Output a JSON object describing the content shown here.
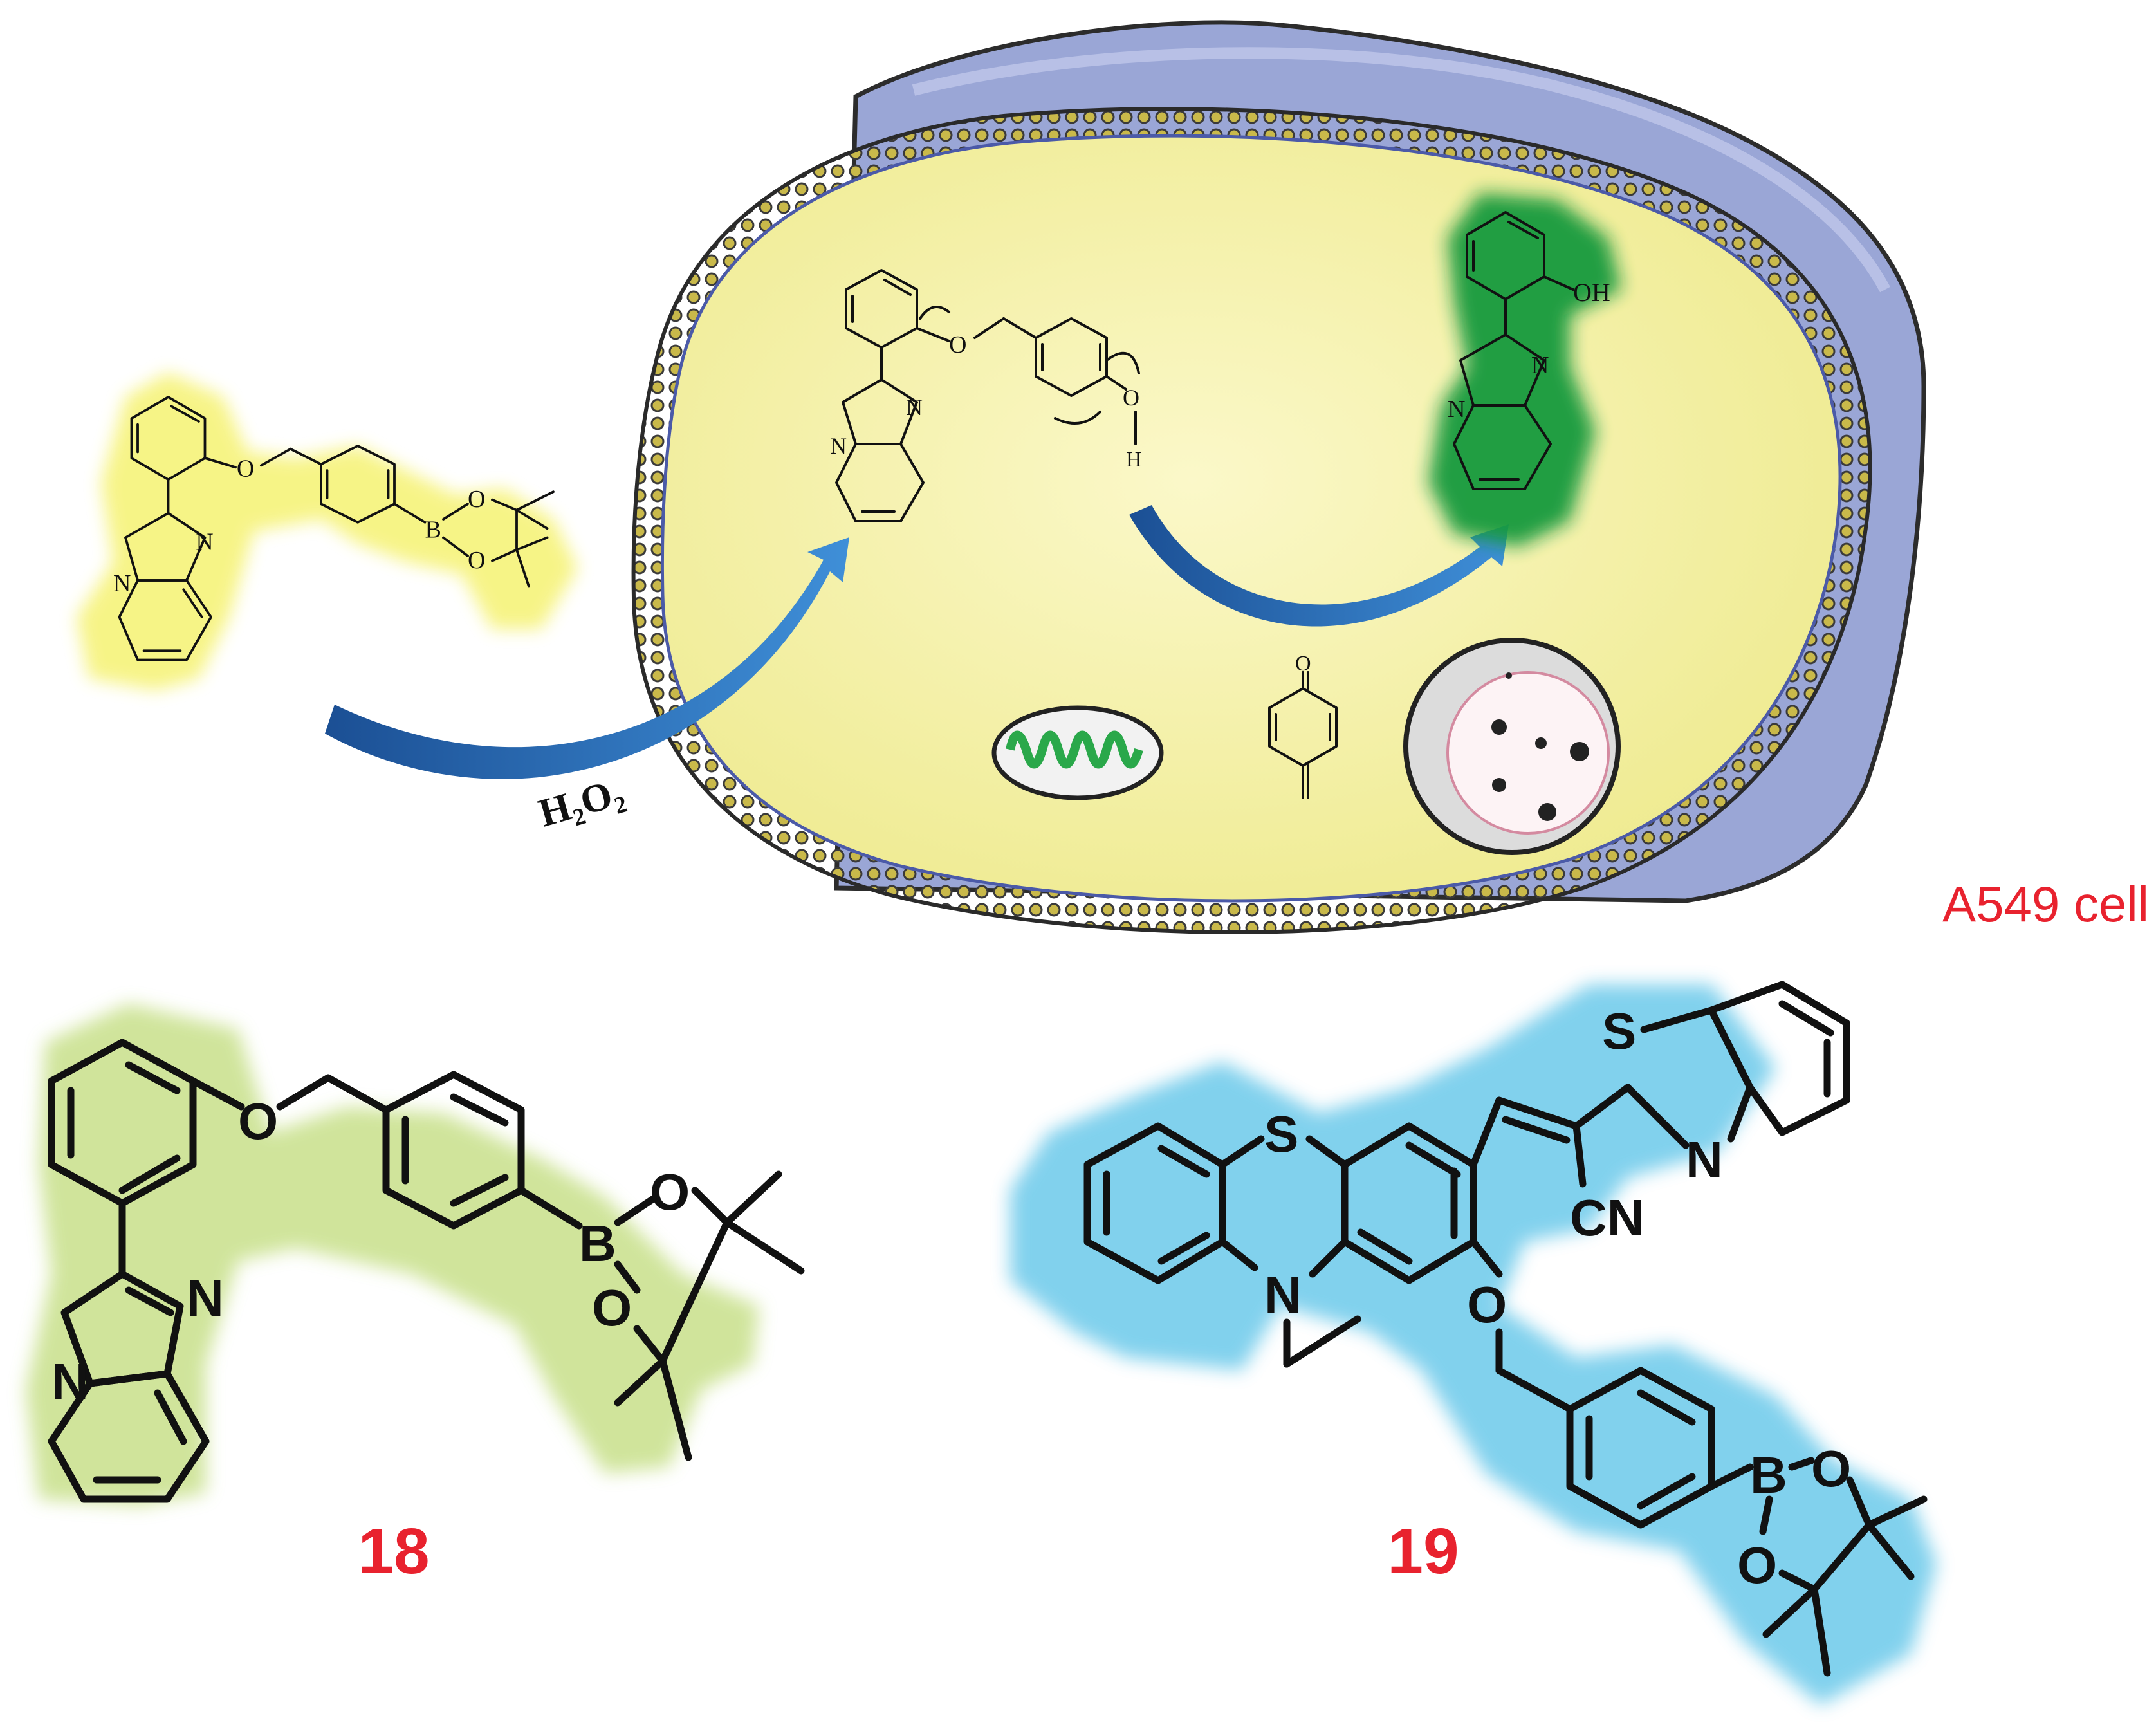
{
  "reagent_label": "H₂O₂",
  "cell_label": "A549 cell",
  "compound_18_label": "18",
  "compound_19_label": "19",
  "atom_labels": {
    "oxygen": "O",
    "nitrogen": "N",
    "boron": "B",
    "sulfur": "S",
    "nitrile": "CN",
    "hydroxyl": "OH",
    "hydrogen": "H"
  },
  "colors": {
    "probe_glow": "#f3f06a",
    "product_glow": "#0e9a3c",
    "compound_18_glow": "#c8e08a",
    "compound_19_glow": "#6cc9ea",
    "cytoplasm": "#f6f3a8",
    "cell_outer": "#9aa6d6",
    "arrow": "#1f5fa8",
    "label_red": "#e8222e"
  }
}
